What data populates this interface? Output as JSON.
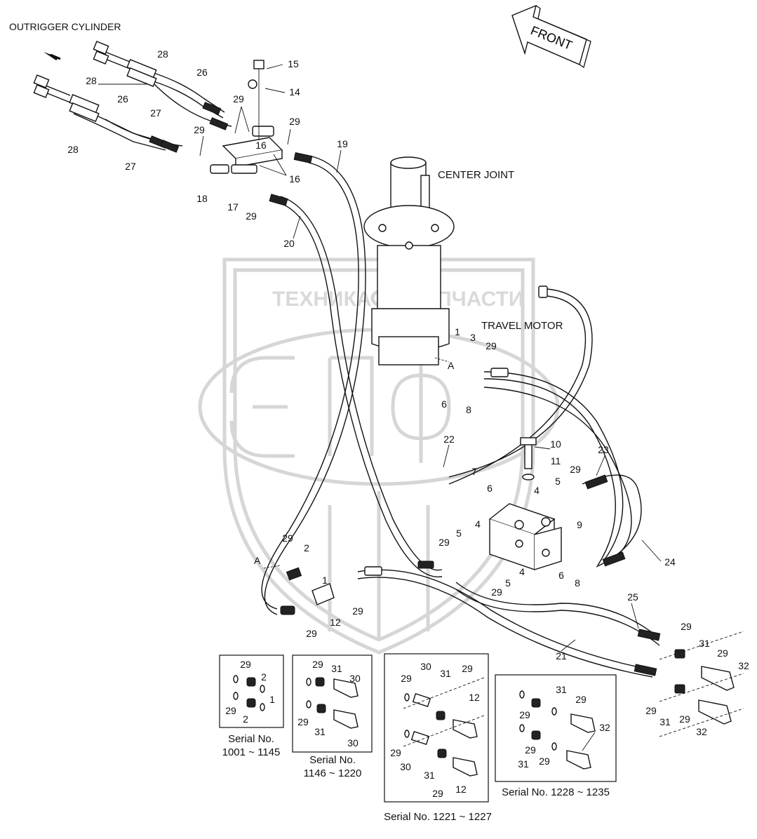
{
  "labels": {
    "outrigger_cylinder": "OUTRIGGER CYLINDER",
    "front": "FRONT",
    "center_joint": "CENTER JOINT",
    "travel_motor": "TRAVEL MOTOR",
    "port_a_upper": "A",
    "port_a_lower": "A"
  },
  "watermark": {
    "text_left": "ТЕХНИКА",
    "text_right": "ЗАПЧАСТИ"
  },
  "callouts": [
    {
      "n": "28"
    },
    {
      "n": "28"
    },
    {
      "n": "28"
    },
    {
      "n": "26"
    },
    {
      "n": "26"
    },
    {
      "n": "27"
    },
    {
      "n": "27"
    },
    {
      "n": "15"
    },
    {
      "n": "14"
    },
    {
      "n": "29"
    },
    {
      "n": "29"
    },
    {
      "n": "29"
    },
    {
      "n": "16"
    },
    {
      "n": "16"
    },
    {
      "n": "18"
    },
    {
      "n": "17"
    },
    {
      "n": "29"
    },
    {
      "n": "19"
    },
    {
      "n": "20"
    },
    {
      "n": "1"
    },
    {
      "n": "3"
    },
    {
      "n": "29"
    },
    {
      "n": "6"
    },
    {
      "n": "8"
    },
    {
      "n": "22"
    },
    {
      "n": "10"
    },
    {
      "n": "11"
    },
    {
      "n": "23"
    },
    {
      "n": "7"
    },
    {
      "n": "6"
    },
    {
      "n": "4"
    },
    {
      "n": "5"
    },
    {
      "n": "29"
    },
    {
      "n": "9"
    },
    {
      "n": "24"
    },
    {
      "n": "29"
    },
    {
      "n": "2"
    },
    {
      "n": "1"
    },
    {
      "n": "4"
    },
    {
      "n": "29"
    },
    {
      "n": "5"
    },
    {
      "n": "4"
    },
    {
      "n": "5"
    },
    {
      "n": "29"
    },
    {
      "n": "6"
    },
    {
      "n": "8"
    },
    {
      "n": "12"
    },
    {
      "n": "29"
    },
    {
      "n": "29"
    },
    {
      "n": "25"
    },
    {
      "n": "21"
    },
    {
      "n": "29"
    },
    {
      "n": "31"
    },
    {
      "n": "29"
    },
    {
      "n": "32"
    },
    {
      "n": "29"
    },
    {
      "n": "31"
    },
    {
      "n": "29"
    },
    {
      "n": "32"
    }
  ],
  "insets": [
    {
      "caption_line1": "Serial No.",
      "caption_line2": "1001 ~ 1145",
      "callouts": [
        "29",
        "2",
        "1",
        "29",
        "2"
      ]
    },
    {
      "caption_line1": "Serial No.",
      "caption_line2": "1146 ~ 1220",
      "callouts": [
        "29",
        "31",
        "30",
        "29",
        "31",
        "30"
      ]
    },
    {
      "caption_line1": "Serial No. 1221 ~ 1227",
      "callouts": [
        "29",
        "30",
        "31",
        "29",
        "12",
        "29",
        "30",
        "31",
        "29",
        "12"
      ]
    },
    {
      "caption_line1": "Serial No. 1228 ~ 1235",
      "callouts": [
        "31",
        "29",
        "29",
        "32",
        "29",
        "31",
        "29"
      ]
    }
  ],
  "colors": {
    "line": "#111111",
    "watermark": "#d6d6d6",
    "background": "#ffffff"
  }
}
